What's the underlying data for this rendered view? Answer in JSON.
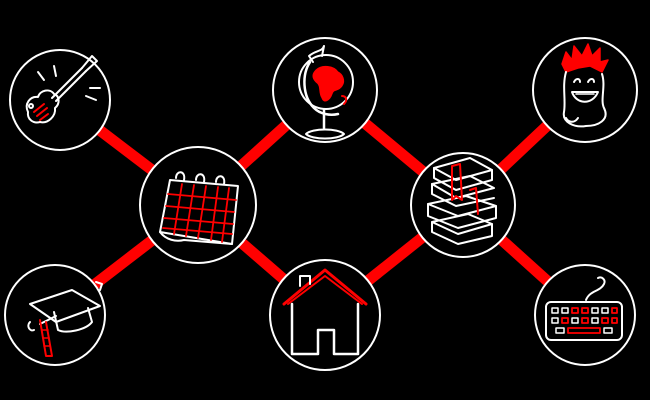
{
  "colors": {
    "background": "#000000",
    "accent": "#ff0000",
    "stroke": "#ffffff",
    "node_fill": "#000000"
  },
  "nodes": [
    {
      "id": "guitar",
      "icon": "electric-guitar-icon"
    },
    {
      "id": "calendar",
      "icon": "calendar-icon"
    },
    {
      "id": "globe",
      "icon": "globe-icon"
    },
    {
      "id": "books",
      "icon": "book-stack-icon"
    },
    {
      "id": "mascot",
      "icon": "cartoon-mascot-icon"
    },
    {
      "id": "graduation",
      "icon": "graduation-cap-icon"
    },
    {
      "id": "home",
      "icon": "house-icon"
    },
    {
      "id": "keyboard",
      "icon": "keyboard-icon"
    }
  ],
  "connections": [
    [
      "guitar",
      "calendar"
    ],
    [
      "calendar",
      "globe"
    ],
    [
      "calendar",
      "graduation"
    ],
    [
      "calendar",
      "home"
    ],
    [
      "globe",
      "books"
    ],
    [
      "home",
      "books"
    ],
    [
      "books",
      "mascot"
    ],
    [
      "books",
      "keyboard"
    ]
  ]
}
